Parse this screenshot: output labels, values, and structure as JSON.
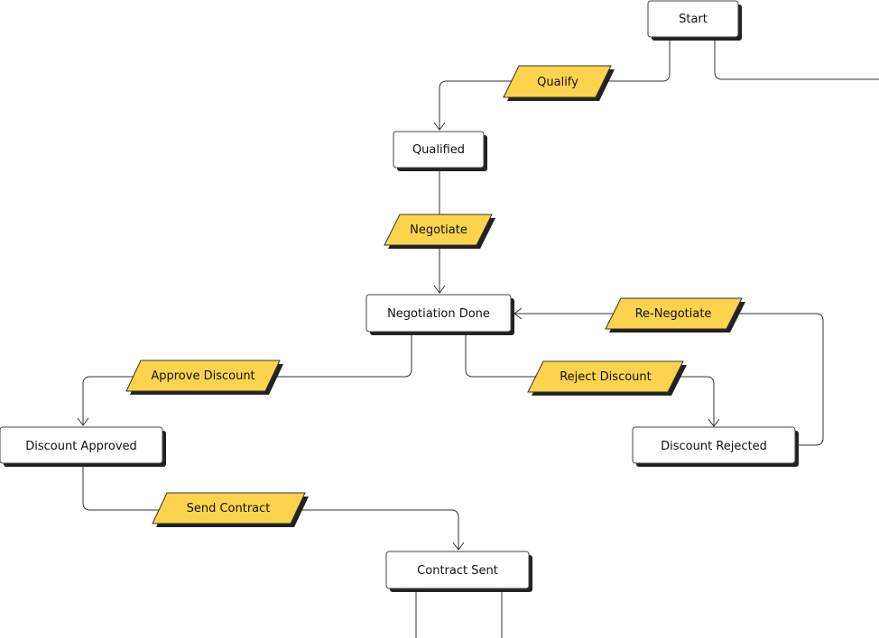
{
  "colors": {
    "state_fill": "#ffffff",
    "state_stroke": "#444444",
    "shadow": "#222222",
    "transition_fill": "#fcd34d",
    "transition_stroke": "#333333",
    "edge": "#333333"
  },
  "states": {
    "start": "Start",
    "qualified": "Qualified",
    "negotiation_done": "Negotiation Done",
    "discount_approved": "Discount Approved",
    "discount_rejected": "Discount Rejected",
    "contract_sent": "Contract Sent"
  },
  "transitions": {
    "qualify": "Qualify",
    "negotiate": "Negotiate",
    "approve_discount": "Approve Discount",
    "reject_discount": "Reject Discount",
    "re_negotiate": "Re-Negotiate",
    "send_contract": "Send Contract"
  }
}
